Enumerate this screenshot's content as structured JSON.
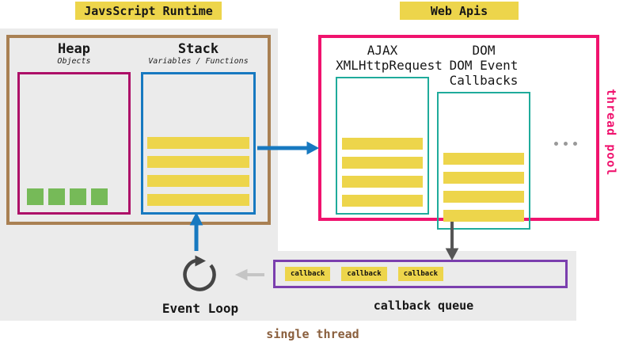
{
  "headers": {
    "runtime": "JavsScript Runtime",
    "web_apis": "Web Apis"
  },
  "runtime": {
    "heap": {
      "title": "Heap",
      "subtitle": "Objects",
      "objects": 4
    },
    "stack": {
      "title": "Stack",
      "subtitle": "Variables / Functions",
      "frames": 4
    }
  },
  "web_apis": {
    "ajax": {
      "title": "AJAX",
      "subtitle": "XMLHttpRequest",
      "tasks": 4
    },
    "dom": {
      "title": "DOM",
      "subtitle": "DOM Event Callbacks",
      "tasks": 4
    },
    "ellipsis_dots": 3
  },
  "labels": {
    "thread_pool": "thread pool",
    "event_loop": "Event Loop",
    "single_thread": "single thread"
  },
  "callback_queue": {
    "label": "callback queue",
    "items": [
      "callback",
      "callback",
      "callback"
    ]
  },
  "colors": {
    "yellow": "#edd54b",
    "pink": "#f0136e",
    "brown": "#a98053",
    "blue": "#1779c0",
    "teal": "#1fab9b",
    "magenta": "#ad0f68",
    "purple": "#7b3fae",
    "green": "#76ba58",
    "panel-gray": "#ebebeb",
    "dark-gray": "#555555",
    "light-gray": "#c5c5c5",
    "icon-gray": "#454545",
    "dots-gray": "#999999",
    "brown-text": "#8a5f3d"
  }
}
